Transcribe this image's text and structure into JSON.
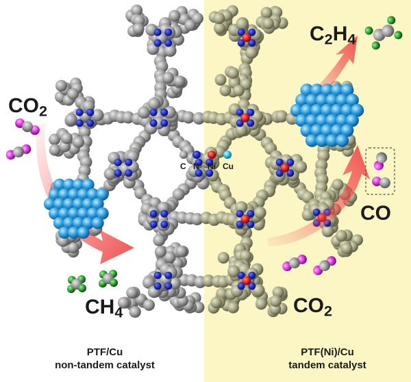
{
  "labels": {
    "co2_left": {
      "base": "CO",
      "sub": "2"
    },
    "ch4": {
      "base": "CH",
      "sub": "4"
    },
    "c2h4": {
      "base": "C",
      "mid": "2",
      "rest": "H",
      "sub": "4"
    },
    "co": "CO",
    "co2_right": {
      "base": "CO",
      "sub": "2"
    }
  },
  "legend": [
    {
      "symbol": "C",
      "color": "#8c8c8c"
    },
    {
      "symbol": "N",
      "color": "#1d2a8c"
    },
    {
      "symbol": "Ni",
      "color": "#e01b12"
    },
    {
      "symbol": "Cu",
      "color": "#25b9e6"
    }
  ],
  "panels": {
    "left": {
      "line1": "PTF/Cu",
      "line2": "non-tandem catalyst"
    },
    "right": {
      "line1": "PTF(Ni)/Cu",
      "line2": "tandem catalyst",
      "background": "#fbf6c4"
    }
  },
  "colors": {
    "framework_left": "#a8a8a8",
    "framework_right": "#a9a98a",
    "nitrogen": "#1f2fb3",
    "nickel": "#e0201a",
    "copper": "#2f9fe0",
    "oxygen": "#e030e0",
    "hydrogen": "#2a9a2a",
    "arrow": "#f04848"
  }
}
